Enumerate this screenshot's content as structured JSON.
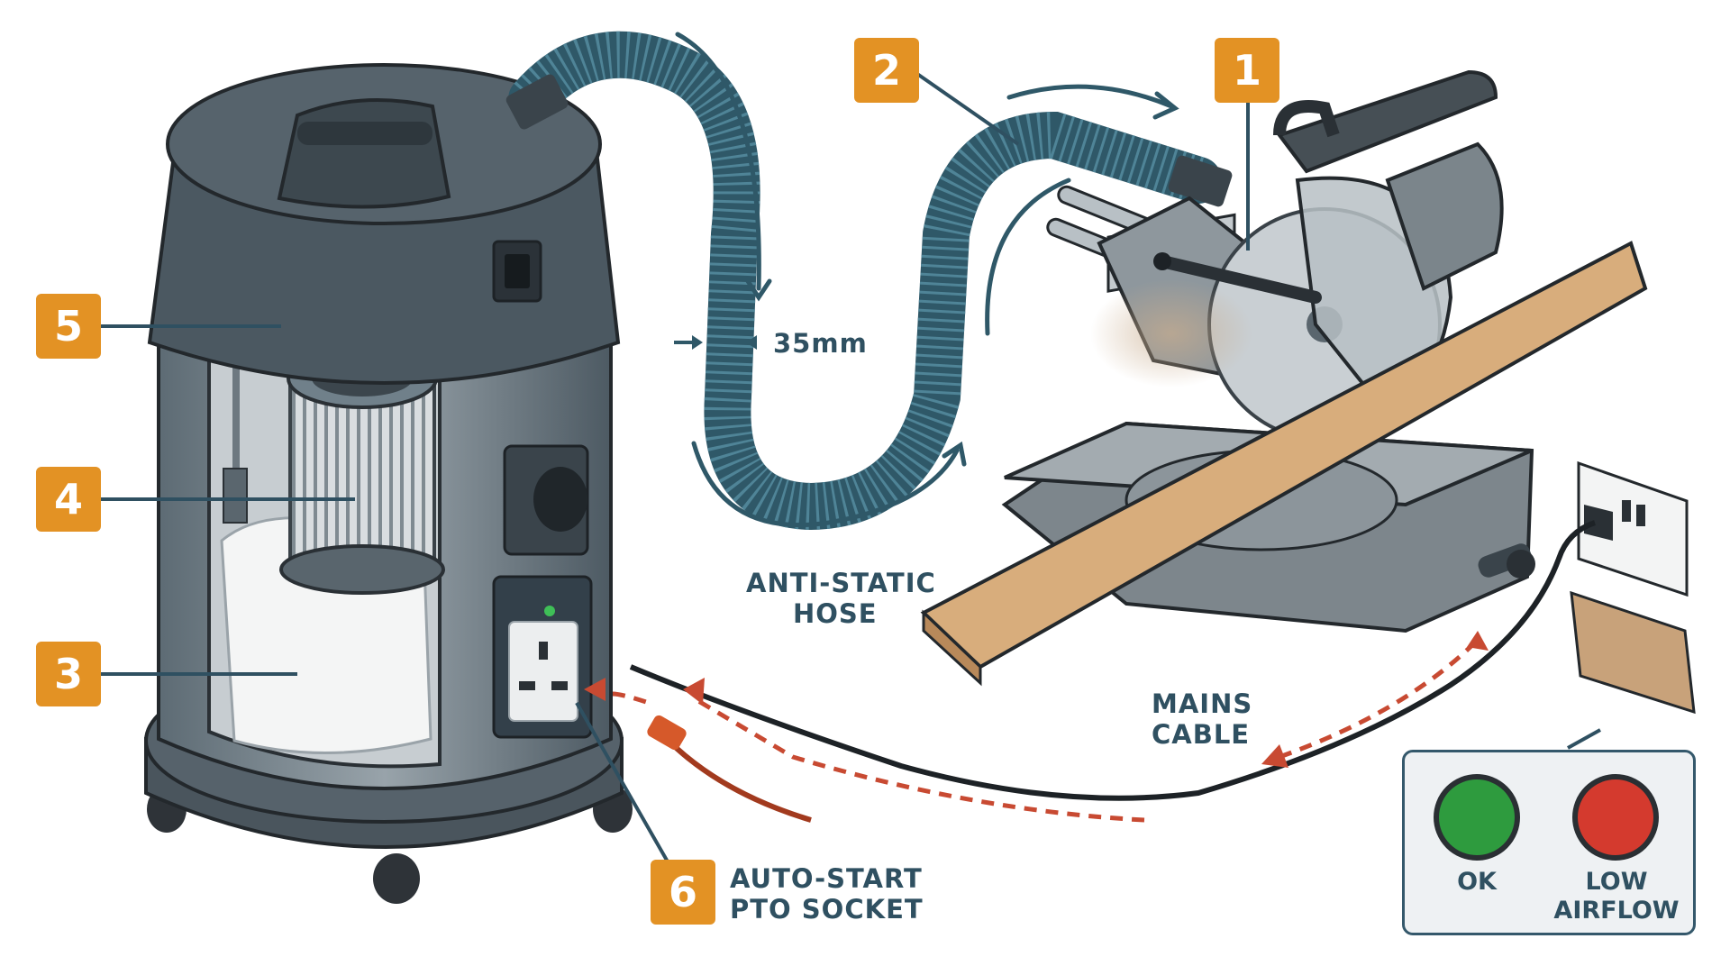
{
  "callouts": [
    {
      "number": "1"
    },
    {
      "number": "2"
    },
    {
      "number": "3"
    },
    {
      "number": "4"
    },
    {
      "number": "5"
    },
    {
      "number": "6",
      "text_line1": "AUTO-START",
      "text_line2": "PTO SOCKET"
    }
  ],
  "hose": {
    "diameter": "35mm",
    "label_line1": "ANTI-STATIC",
    "label_line2": "HOSE"
  },
  "cable": {
    "label_line1": "MAINS",
    "label_line2": "CABLE"
  },
  "status_panel": {
    "ok_label": "OK",
    "low_label_line1": "LOW",
    "low_label_line2": "AIRFLOW"
  },
  "colors": {
    "badge": "#e39224",
    "outline": "#2f5061",
    "ok_lamp": "#2e9b3e",
    "low_lamp": "#d43a2e",
    "wood": "#d8ad7c",
    "hose": "#2f5868"
  }
}
